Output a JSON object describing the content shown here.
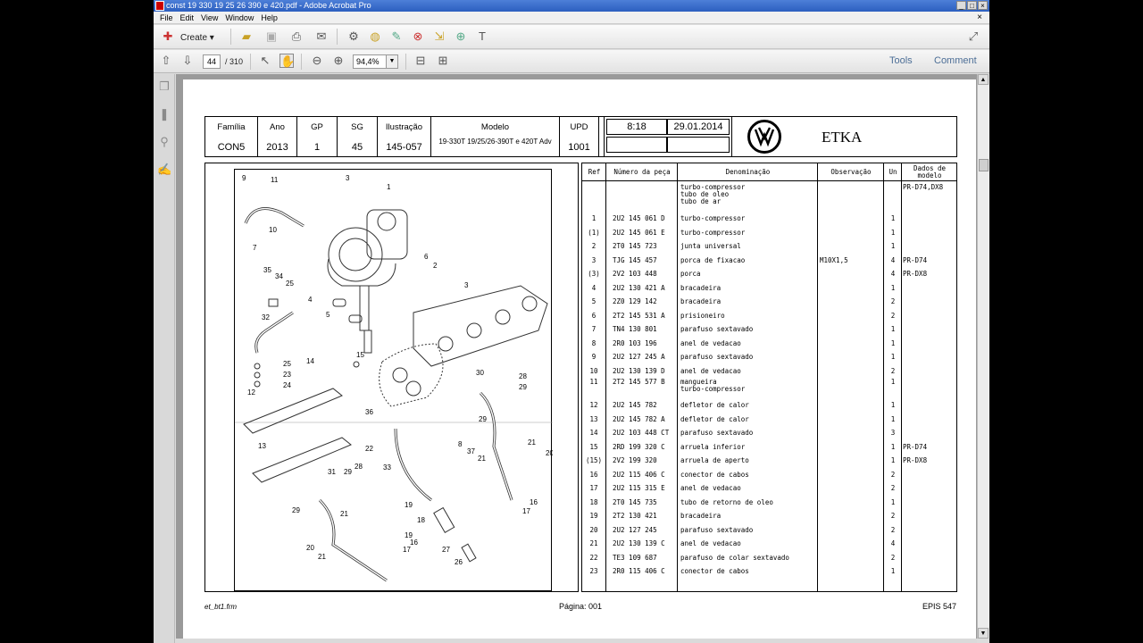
{
  "window": {
    "title": "const 19 330 19 25 26 390 e 420.pdf - Adobe Acrobat Pro",
    "min": "_",
    "max": "□",
    "close": "×"
  },
  "menu": [
    "File",
    "Edit",
    "View",
    "Window",
    "Help"
  ],
  "menu_close": "×",
  "toolbar": {
    "create_label": "Create ▾",
    "page_current": "44",
    "page_total": "/ 310",
    "zoom": "94,4%",
    "tools_label": "Tools",
    "comment_label": "Comment"
  },
  "header": {
    "familia_label": "Família",
    "familia": "CON5",
    "ano_label": "Ano",
    "ano": "2013",
    "gp_label": "GP",
    "gp": "1",
    "sg_label": "SG",
    "sg": "45",
    "ilustracao_label": "Ilustração",
    "ilustracao": "145-057",
    "modelo_label": "Modelo",
    "modelo": "19-330T 19/25/26-390T e 420T Adv",
    "upd_label": "UPD",
    "upd": "1001",
    "time": "8:18",
    "date": "29.01.2014",
    "brand": "ETKA"
  },
  "parts_header": {
    "ref": "Ref",
    "numero": "Número da peça",
    "denominacao": "Denominação",
    "observacao": "Observação",
    "un": "Un",
    "dados": "Dados de modelo"
  },
  "parts": [
    {
      "ref": "",
      "num": "",
      "den": "turbo-compressor\ntubo de oleo\ntubo de ar",
      "obs": "",
      "un": "",
      "dad": "PR-D74,DX8"
    },
    {
      "ref": "1",
      "num": "2U2 145 061 D",
      "den": "turbo-compressor",
      "obs": "",
      "un": "1",
      "dad": ""
    },
    {
      "ref": "(1)",
      "num": "2U2 145 061 E",
      "den": "turbo-compressor",
      "obs": "",
      "un": "1",
      "dad": ""
    },
    {
      "ref": "2",
      "num": "2T0 145 723",
      "den": "junta universal",
      "obs": "",
      "un": "1",
      "dad": ""
    },
    {
      "ref": "3",
      "num": "TJG 145 457",
      "den": "porca de fixacao",
      "obs": "M10X1,5",
      "un": "4",
      "dad": "PR-D74"
    },
    {
      "ref": "(3)",
      "num": "2V2 103 448",
      "den": "porca",
      "obs": "",
      "un": "4",
      "dad": "PR-DX8"
    },
    {
      "ref": "4",
      "num": "2U2 130 421 A",
      "den": "bracadeira",
      "obs": "",
      "un": "1",
      "dad": ""
    },
    {
      "ref": "5",
      "num": "2Z0 129 142",
      "den": "bracadeira",
      "obs": "",
      "un": "2",
      "dad": ""
    },
    {
      "ref": "6",
      "num": "2T2 145 531 A",
      "den": "prisioneiro",
      "obs": "",
      "un": "2",
      "dad": ""
    },
    {
      "ref": "7",
      "num": "TN4 130 801",
      "den": "parafuso sextavado",
      "obs": "",
      "un": "1",
      "dad": ""
    },
    {
      "ref": "8",
      "num": "2R0 103 196",
      "den": "anel de vedacao",
      "obs": "",
      "un": "1",
      "dad": ""
    },
    {
      "ref": "9",
      "num": "2U2 127 245 A",
      "den": "parafuso sextavado",
      "obs": "",
      "un": "1",
      "dad": ""
    },
    {
      "ref": "10",
      "num": "2U2 130 139 D",
      "den": "anel de vedacao",
      "obs": "",
      "un": "2",
      "dad": ""
    },
    {
      "ref": "11",
      "num": "2T2 145 577 B",
      "den": "mangueira\nturbo-compressor",
      "obs": "",
      "un": "1",
      "dad": ""
    },
    {
      "ref": "12",
      "num": "2U2 145 782",
      "den": "defletor de calor",
      "obs": "",
      "un": "1",
      "dad": ""
    },
    {
      "ref": "13",
      "num": "2U2 145 782 A",
      "den": "defletor de calor",
      "obs": "",
      "un": "1",
      "dad": ""
    },
    {
      "ref": "14",
      "num": "2U2 103 448 CT",
      "den": "parafuso sextavado",
      "obs": "",
      "un": "3",
      "dad": ""
    },
    {
      "ref": "15",
      "num": "2RD 199 320 C",
      "den": "arruela inferior",
      "obs": "",
      "un": "1",
      "dad": "PR-D74"
    },
    {
      "ref": "(15)",
      "num": "2V2 199 320",
      "den": "arruela de aperto",
      "obs": "",
      "un": "1",
      "dad": "PR-DX8"
    },
    {
      "ref": "16",
      "num": "2U2 115 406 C",
      "den": "conector de cabos",
      "obs": "",
      "un": "2",
      "dad": ""
    },
    {
      "ref": "17",
      "num": "2U2 115 315 E",
      "den": "anel de vedacao",
      "obs": "",
      "un": "2",
      "dad": ""
    },
    {
      "ref": "18",
      "num": "2T0 145 735",
      "den": "tubo de retorno de oleo",
      "obs": "",
      "un": "1",
      "dad": ""
    },
    {
      "ref": "19",
      "num": "2T2 130 421",
      "den": "bracadeira",
      "obs": "",
      "un": "2",
      "dad": ""
    },
    {
      "ref": "20",
      "num": "2U2 127 245",
      "den": "parafuso sextavado",
      "obs": "",
      "un": "2",
      "dad": ""
    },
    {
      "ref": "21",
      "num": "2U2 130 139 C",
      "den": "anel de vedacao",
      "obs": "",
      "un": "4",
      "dad": ""
    },
    {
      "ref": "22",
      "num": "TE3 109 687",
      "den": "parafuso de colar sextavado",
      "obs": "",
      "un": "2",
      "dad": ""
    },
    {
      "ref": "23",
      "num": "2R0 115 406 C",
      "den": "conector de cabos",
      "obs": "",
      "un": "1",
      "dad": ""
    }
  ],
  "diagram_labels": [
    "9",
    "11",
    "3",
    "1",
    "10",
    "7",
    "6",
    "2",
    "35",
    "34",
    "25",
    "3",
    "4",
    "5",
    "32",
    "25",
    "14",
    "15",
    "23",
    "24",
    "30",
    "28",
    "29",
    "12",
    "36",
    "29",
    "8",
    "37",
    "21",
    "20",
    "21",
    "22",
    "13",
    "33",
    "31",
    "29",
    "28",
    "19",
    "16",
    "17",
    "29",
    "21",
    "18",
    "19",
    "27",
    "20",
    "21",
    "16",
    "17",
    "26"
  ],
  "footer": {
    "left": "et_bt1.frm",
    "page": "Página: 001",
    "right": "EPIS 547"
  }
}
